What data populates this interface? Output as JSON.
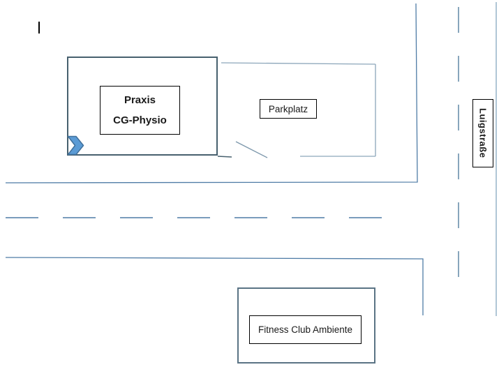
{
  "map": {
    "praxis": {
      "label_line1": "Praxis",
      "label_line2": "CG-Physio"
    },
    "parkplatz": {
      "label": "Parkplatz"
    },
    "street": {
      "label": "Luigstraße"
    },
    "fitness": {
      "label": "Fitness Club Ambiente"
    },
    "icons": {
      "entrance_marker": "chevron-right-icon"
    },
    "colors": {
      "road_line": "#4f7ca6",
      "street_edge_light": "#85a7bf",
      "lot_line_light": "#8ca6ba",
      "building_border_dark": "#47606e",
      "label_border": "#000000",
      "chevron_fill": "#5b9bd5",
      "chevron_stroke": "#41719c"
    }
  }
}
